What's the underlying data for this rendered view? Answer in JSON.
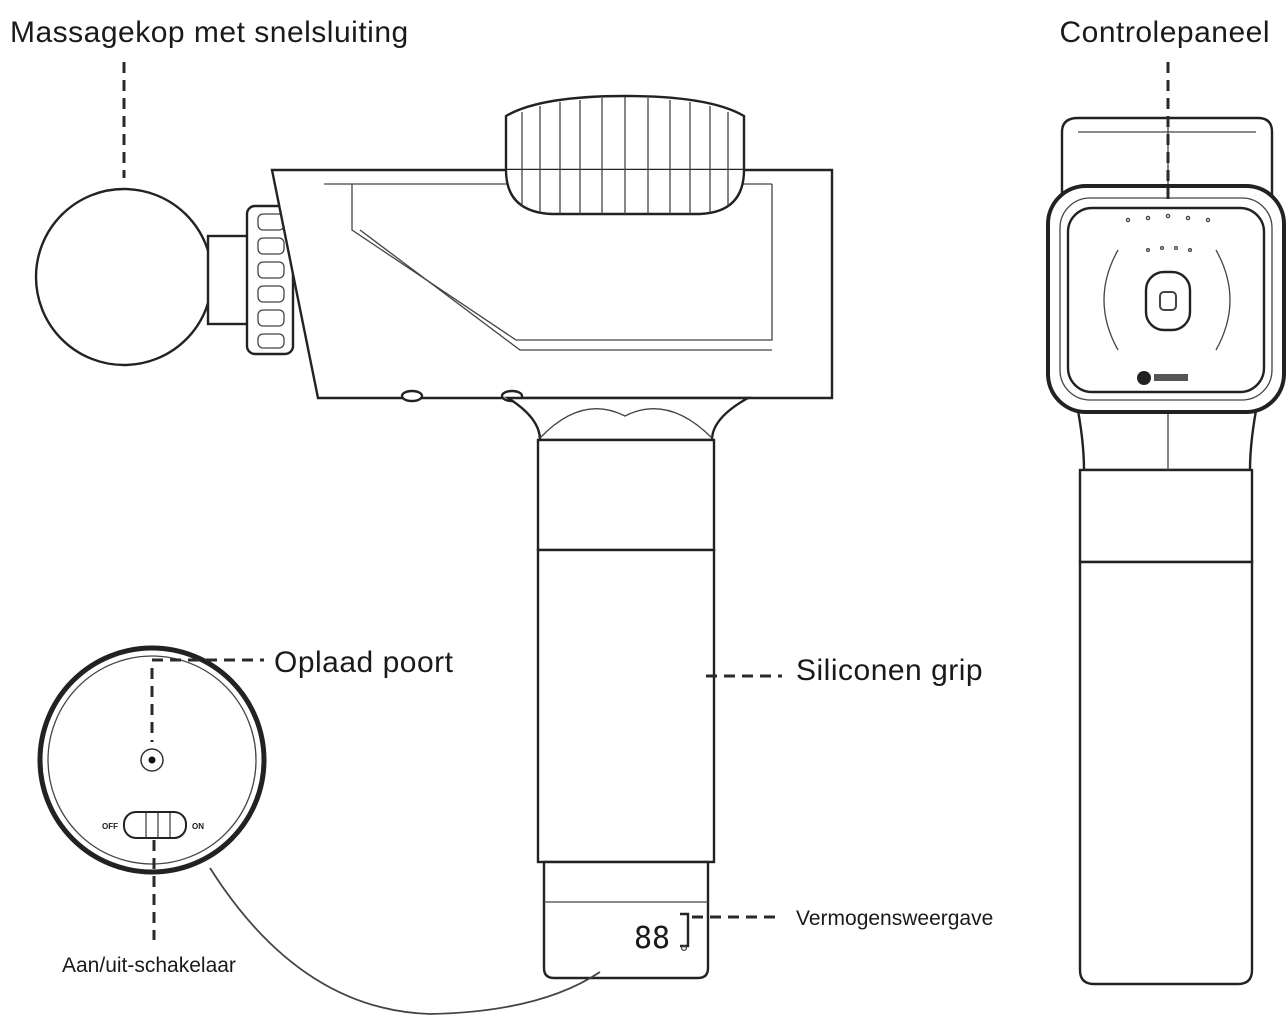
{
  "labels": {
    "massage_head": "Massagekop met snelsluiting",
    "control_panel": "Controlepaneel",
    "charging_port": "Oplaad poort",
    "silicone_grip": "Siliconen grip",
    "power_switch": "Aan/uit-schakelaar",
    "battery_display": "Vermogensweergave"
  },
  "switch": {
    "off_label": "OFF",
    "on_label": "ON"
  },
  "display": {
    "digits": "88"
  }
}
